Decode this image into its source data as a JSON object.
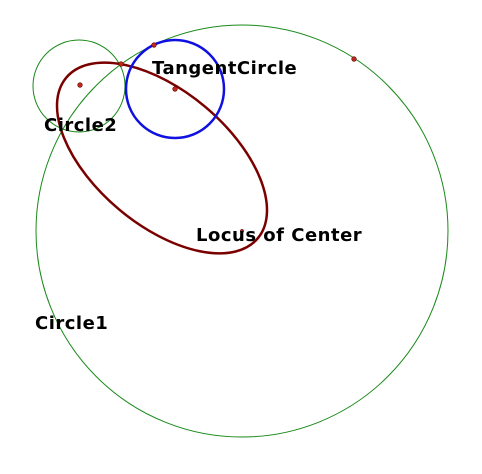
{
  "labels": {
    "circle1": "Circle1",
    "circle2": "Circle2",
    "tangent_circle": "TangentCircle",
    "locus": "Locus of Center"
  },
  "colors": {
    "circle1": "#1a8a1a",
    "circle2": "#1a8a1a",
    "tangent_circle": "#1010e0",
    "locus": "#7a0000",
    "point": "#c0281c",
    "background": "#ffffff"
  }
}
